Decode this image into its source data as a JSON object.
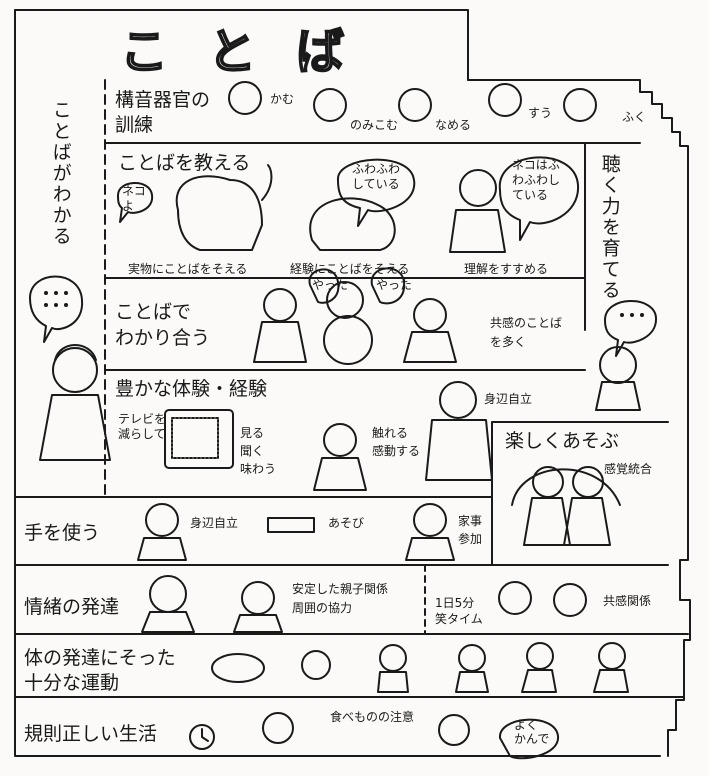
{
  "title": "ことば",
  "sidebar": {
    "understand": "ことばがわかる",
    "listen": "聴く力を育てる"
  },
  "articulation": {
    "heading": "構音器官の\n訓練",
    "actions": [
      "かむ",
      "のみこむ",
      "なめる",
      "すう",
      "ふく"
    ]
  },
  "teaching": {
    "heading": "ことばを教える",
    "bubbles": [
      "ネコよ",
      "ふわふわしている",
      "ネコはふわふわしている"
    ],
    "captions": [
      "実物にことばをそえる",
      "経験にことばをそえる",
      "理解をすすめる"
    ]
  },
  "mutual": {
    "heading": "ことばで\nわかり合う",
    "bubbles": [
      "やった",
      "やった"
    ],
    "note": "共感のことば\nを多く"
  },
  "experience": {
    "heading": "豊かな体験・経験",
    "tv": "テレビを\n減らして",
    "tv_note": "見る\n聞く\n味わう",
    "touch_note": "触れる\n感動する",
    "self_help": "身辺自立"
  },
  "play": {
    "heading": "楽しくあそぶ",
    "note": "感覚統合"
  },
  "hands": {
    "heading": "手を使う",
    "items": [
      "身辺自立",
      "あそび",
      "家事\n参加"
    ]
  },
  "emotion": {
    "heading": "情緒の発達",
    "note": "安定した親子関係\n周囲の協力",
    "laugh": "1日5分\n笑タイム",
    "empathy": "共感関係"
  },
  "motor": {
    "heading": "体の発達にそった\n十分な運動"
  },
  "routine": {
    "heading": "規則正しい生活",
    "food_note": "食べものの注意",
    "chew_bubble": "よく\nかんで"
  }
}
